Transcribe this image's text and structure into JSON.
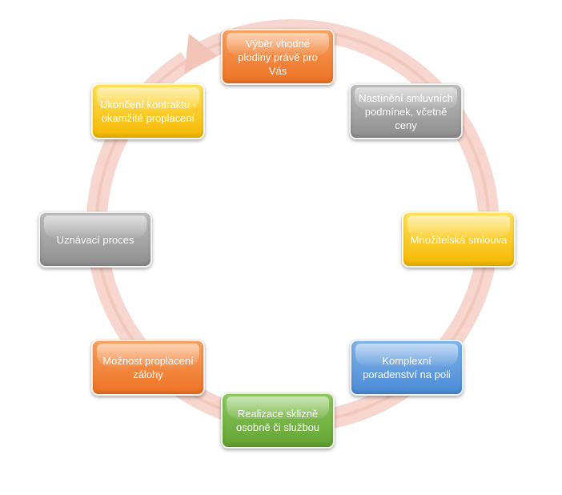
{
  "diagram": {
    "colors": {
      "orange": "#ed7224",
      "gray": "#9a9a9a",
      "yellow": "#f5b800",
      "blue": "#4a8ad6",
      "green": "#62a332",
      "ring": "#f3c7bd"
    },
    "nodes": [
      {
        "label": "Výběr vhodné plodiny právě pro Vás",
        "color": "orange"
      },
      {
        "label": "Nastínění smluvních podmínek, včetně ceny",
        "color": "gray"
      },
      {
        "label": "Množitelská smlouva",
        "color": "yellow"
      },
      {
        "label": "Komplexní poradenství na poli",
        "color": "blue"
      },
      {
        "label": "Realizace sklizně osobně či službou",
        "color": "green"
      },
      {
        "label": "Možnost proplacení zálohy",
        "color": "orange"
      },
      {
        "label": "Uznávací proces",
        "color": "gray"
      },
      {
        "label": "Ukončení kontraktu - okamžité proplacení",
        "color": "yellow"
      }
    ]
  }
}
